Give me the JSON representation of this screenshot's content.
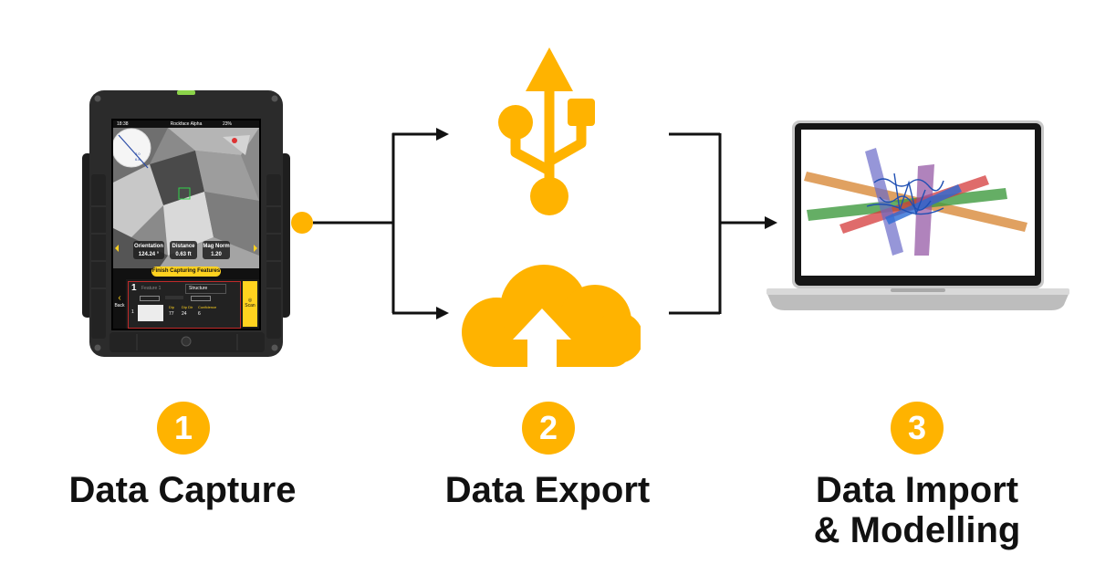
{
  "colors": {
    "accent": "#FFB300",
    "text": "#111111",
    "tablet_body": "#2a2a2a",
    "laptop_frame": "#1a1a1a"
  },
  "steps": [
    {
      "number": "1",
      "label": "Data Capture"
    },
    {
      "number": "2",
      "label": "Data Export"
    },
    {
      "number": "3",
      "label_line1": "Data Import",
      "label_line2": "& Modelling"
    }
  ],
  "tablet": {
    "status_time": "18:38",
    "status_title": "Rockface Alpha",
    "status_battery": "23%",
    "orientation_label": "Orientation",
    "orientation_value": "124.24 °",
    "distance_label": "Distance",
    "distance_value": "0.63 ft",
    "mag_label": "Mag Norm",
    "mag_value": "1.20",
    "finish_button": "Finish Capturing Features",
    "feature_number": "1",
    "feature_name": "Feature 1",
    "feature_type": "Structure",
    "back_label": "Back",
    "scan_label": "Scan",
    "row_index": "1",
    "dip_label": "Dip",
    "dip_value": "77",
    "dipdir_label": "Dip Dir",
    "dipdir_value": "24",
    "confidence_label": "Confidence",
    "confidence_value": "6"
  },
  "icons": {
    "usb": "usb-icon",
    "cloud": "cloud-upload-icon",
    "laptop": "laptop-icon",
    "tablet": "tablet-device"
  }
}
